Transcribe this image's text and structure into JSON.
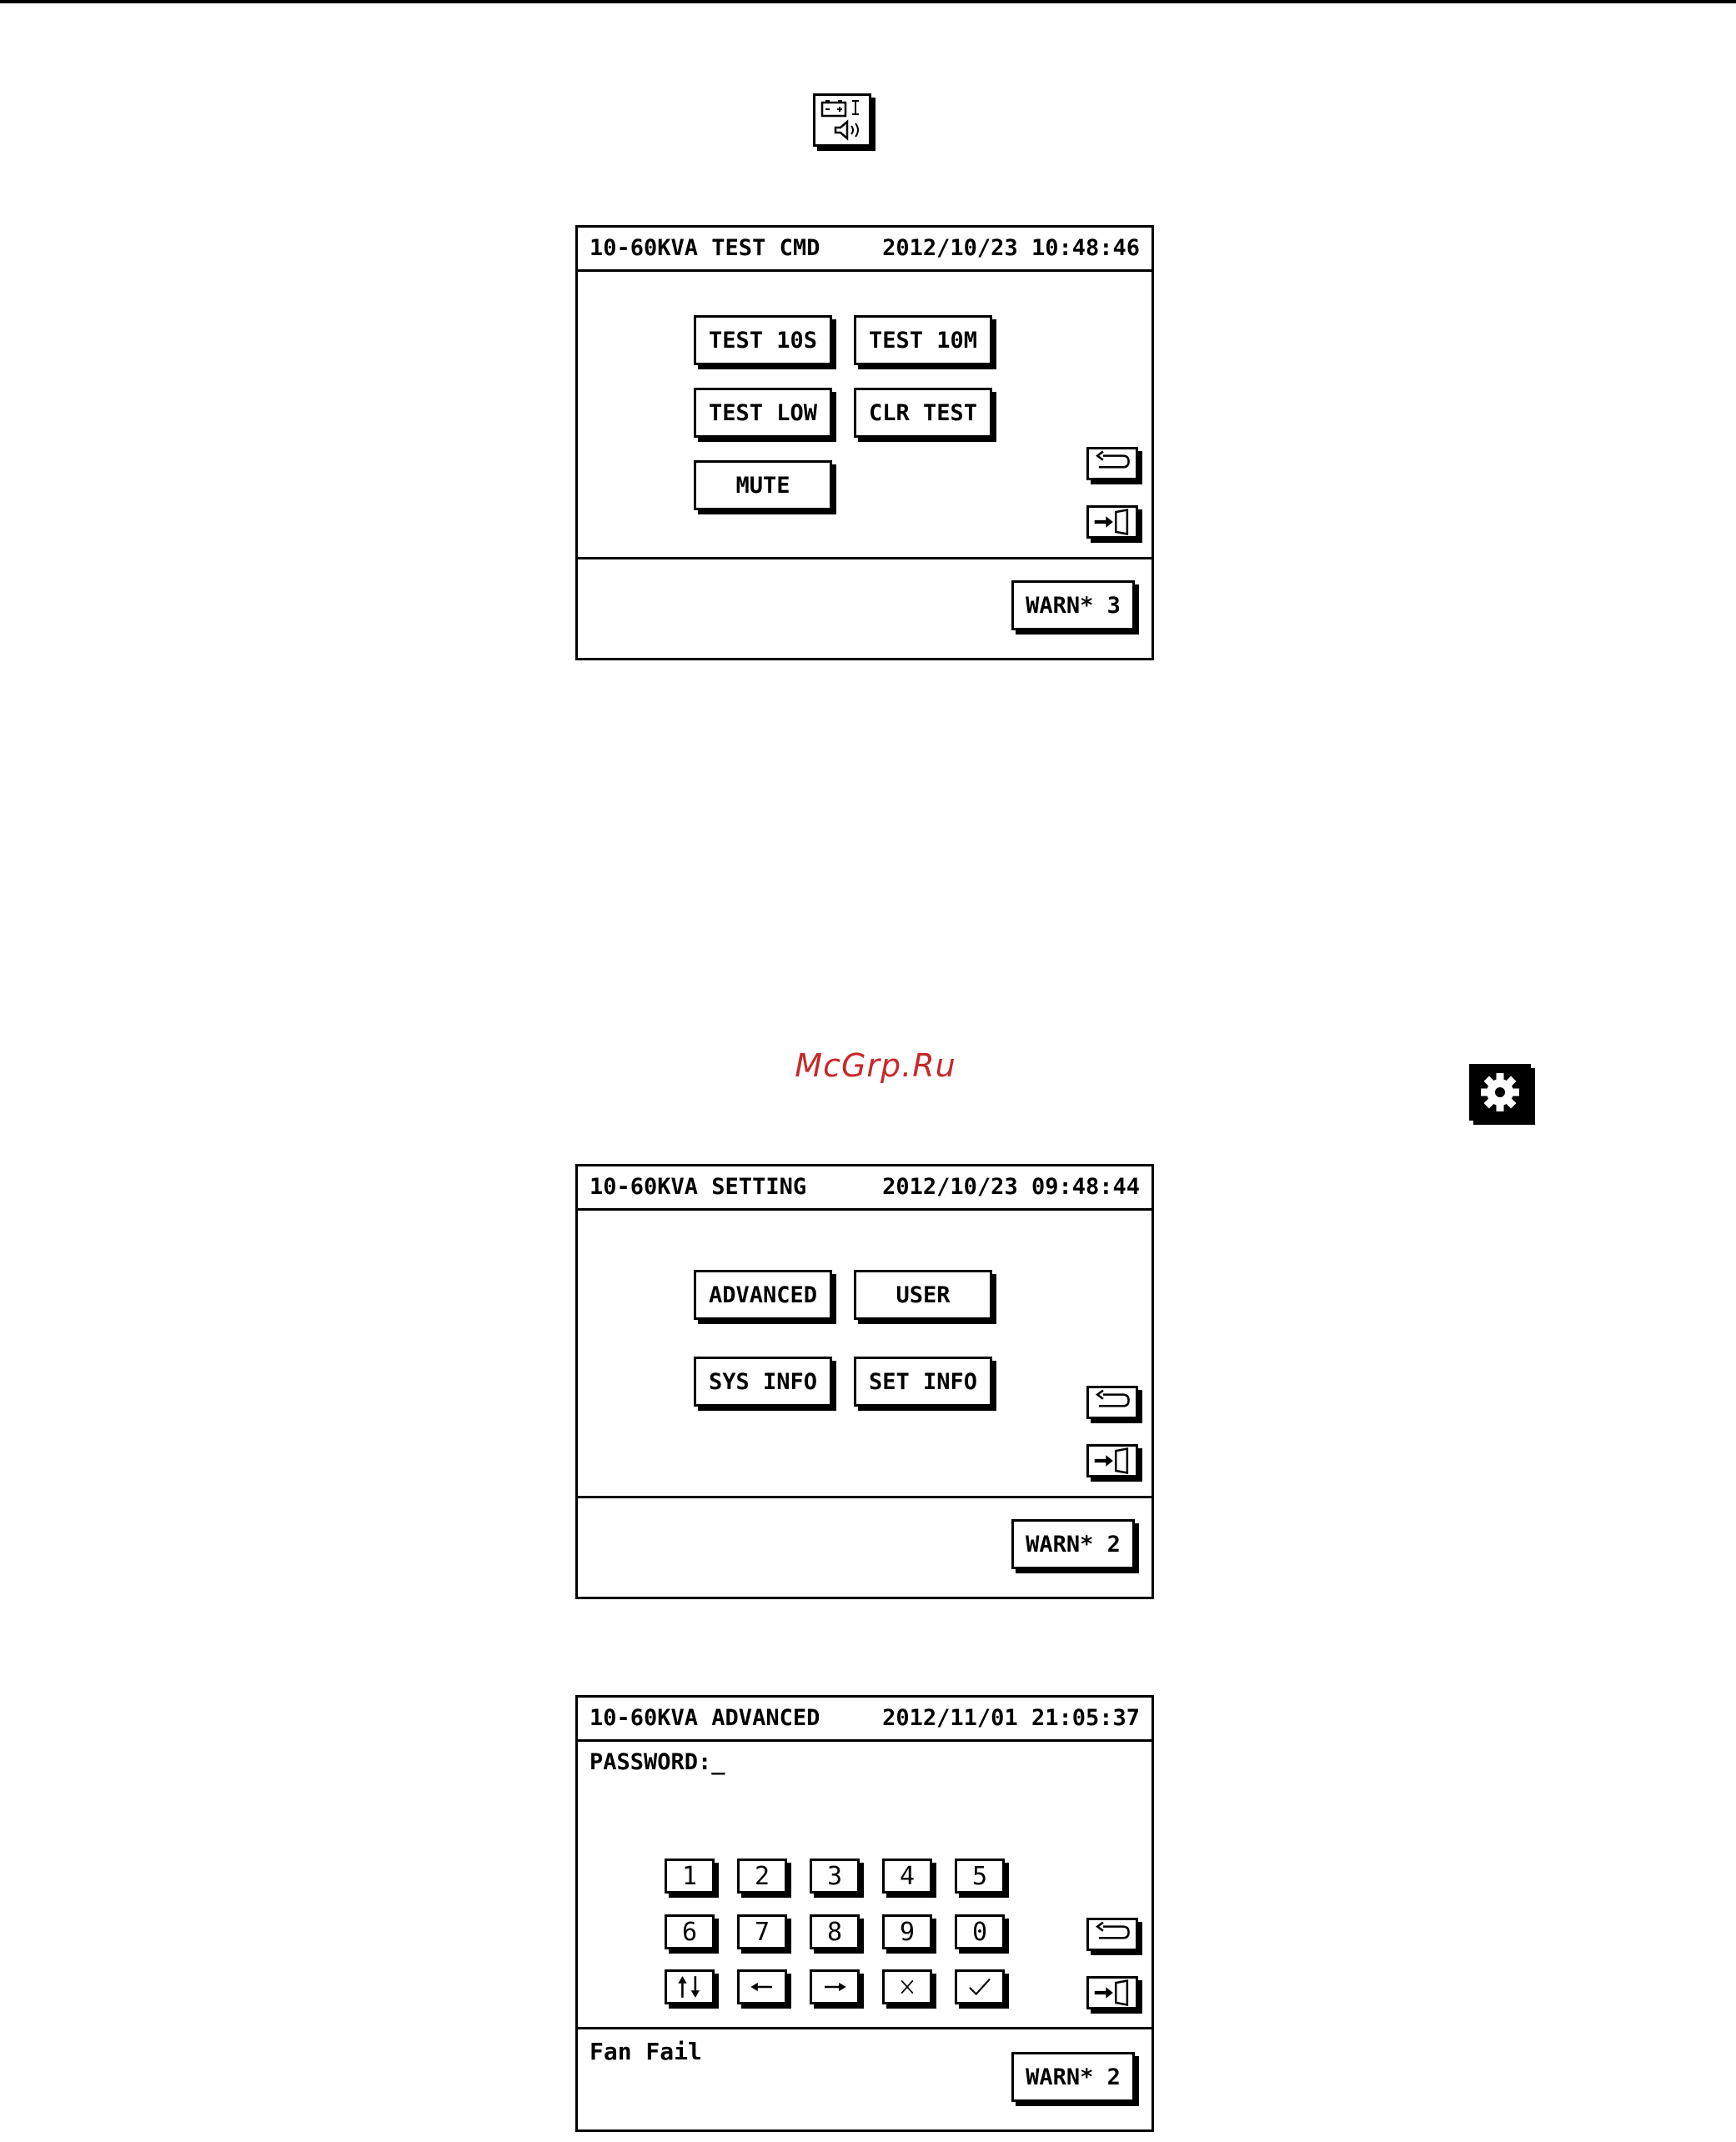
{
  "watermark": "McGrp.Ru",
  "icons": {
    "test_icon": "battery-speaker-icon",
    "setting_icon": "gear-icon"
  },
  "panel_test": {
    "title": "10-60KVA TEST CMD",
    "timestamp": "2012/10/23 10:48:46",
    "buttons": {
      "test_10s": "TEST 10S",
      "test_10m": "TEST 10M",
      "test_low": "TEST LOW",
      "clr_test": "CLR TEST",
      "mute": "MUTE"
    },
    "warn": "WARN* 3"
  },
  "panel_setting": {
    "title": "10-60KVA SETTING",
    "timestamp": "2012/10/23 09:48:44",
    "buttons": {
      "advanced": "ADVANCED",
      "user": "USER",
      "sys_info": "SYS INFO",
      "set_info": "SET INFO"
    },
    "warn": "WARN* 2"
  },
  "panel_advanced": {
    "title": "10-60KVA ADVANCED",
    "timestamp": "2012/11/01 21:05:37",
    "password_label": "PASSWORD:_",
    "keys": [
      "1",
      "2",
      "3",
      "4",
      "5",
      "6",
      "7",
      "8",
      "9",
      "0"
    ],
    "status": "Fan Fail",
    "warn": "WARN* 2"
  }
}
